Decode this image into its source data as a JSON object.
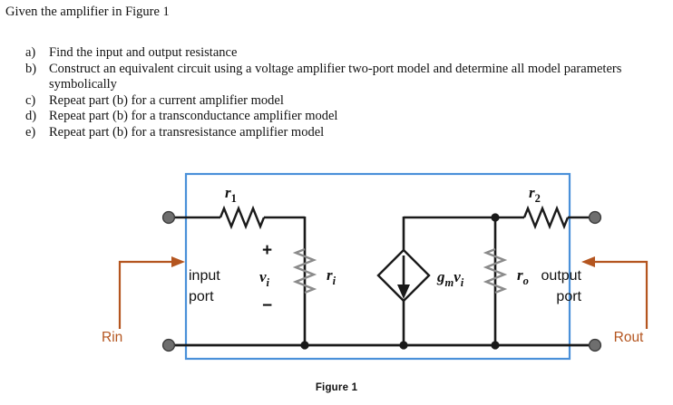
{
  "document": {
    "intro": "Given the amplifier in Figure 1",
    "tasks": [
      {
        "marker": "a)",
        "text": "Find the input and output resistance"
      },
      {
        "marker": "b)",
        "text": "Construct an equivalent circuit using a voltage amplifier two-port model and determine all model parameters symbolically"
      },
      {
        "marker": "c)",
        "text": "Repeat part (b) for a current amplifier model"
      },
      {
        "marker": "d)",
        "text": "Repeat part (b) for a transconductance amplifier model"
      },
      {
        "marker": "e)",
        "text": "Repeat part (b) for a transresistance amplifier model"
      }
    ],
    "figure_caption": "Figure 1"
  },
  "figure": {
    "box_color": "#4a90d9",
    "wire_color": "#1a1a1a",
    "annotation_color": "#b4551f",
    "node_color": "#585858",
    "labels": {
      "r1": {
        "base": "r",
        "sub": "1"
      },
      "r2": {
        "base": "r",
        "sub": "2"
      },
      "ri": {
        "base": "r",
        "sub": "i"
      },
      "ro": {
        "base": "r",
        "sub": "o"
      },
      "vi": {
        "base": "v",
        "sub": "i"
      },
      "plus": "+",
      "minus": "−",
      "dependent_source": {
        "gm": "g",
        "gm_sub": "m",
        "v": "v",
        "v_sub": "i"
      }
    },
    "annotations": {
      "input_port_line1": "input",
      "input_port_line2": "port",
      "output_port_line1": "output",
      "output_port_line2": "port",
      "rin": "Rin",
      "rout": "Rout"
    }
  }
}
